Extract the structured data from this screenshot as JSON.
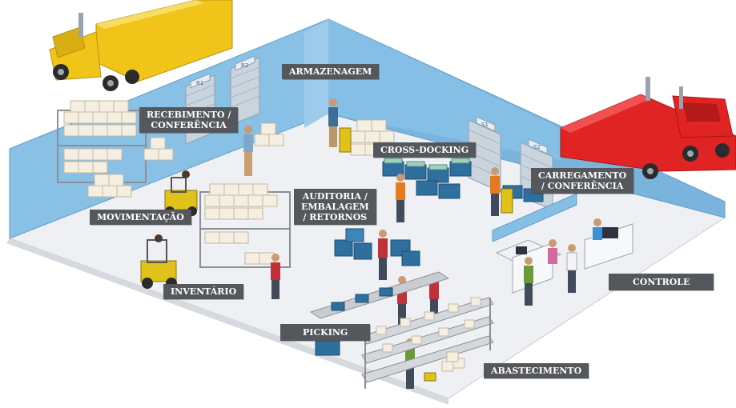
{
  "areas": {
    "armazenagem": "ARMAZENAGEM",
    "recebimento": "RECEBIMENTO /\nCONFERÊNCIA",
    "cross_docking": "CROSS-DOCKING",
    "carregamento": "CARREGAMENTO\n/ CONFERÊNCIA",
    "auditoria": "AUDITORIA /\nEMBALAGEM\n/ RETORNOS",
    "movimentacao": "MOVIMENTAÇÃO",
    "inventario": "INVENTÁRIO",
    "controle": "CONTROLE",
    "picking": "PICKING",
    "abastecimento": "ABASTECIMENTO"
  },
  "doors": {
    "r1": "R1",
    "r2": "R2",
    "s1": "S1",
    "s2": "S2"
  },
  "colors": {
    "wall": "#86bfe6",
    "floor": "#eef1f4",
    "label_bg": "#54575c",
    "truck_receiving": "#f2c81e",
    "truck_shipping": "#e32626",
    "pallet_blue": "#2f6f9e"
  }
}
